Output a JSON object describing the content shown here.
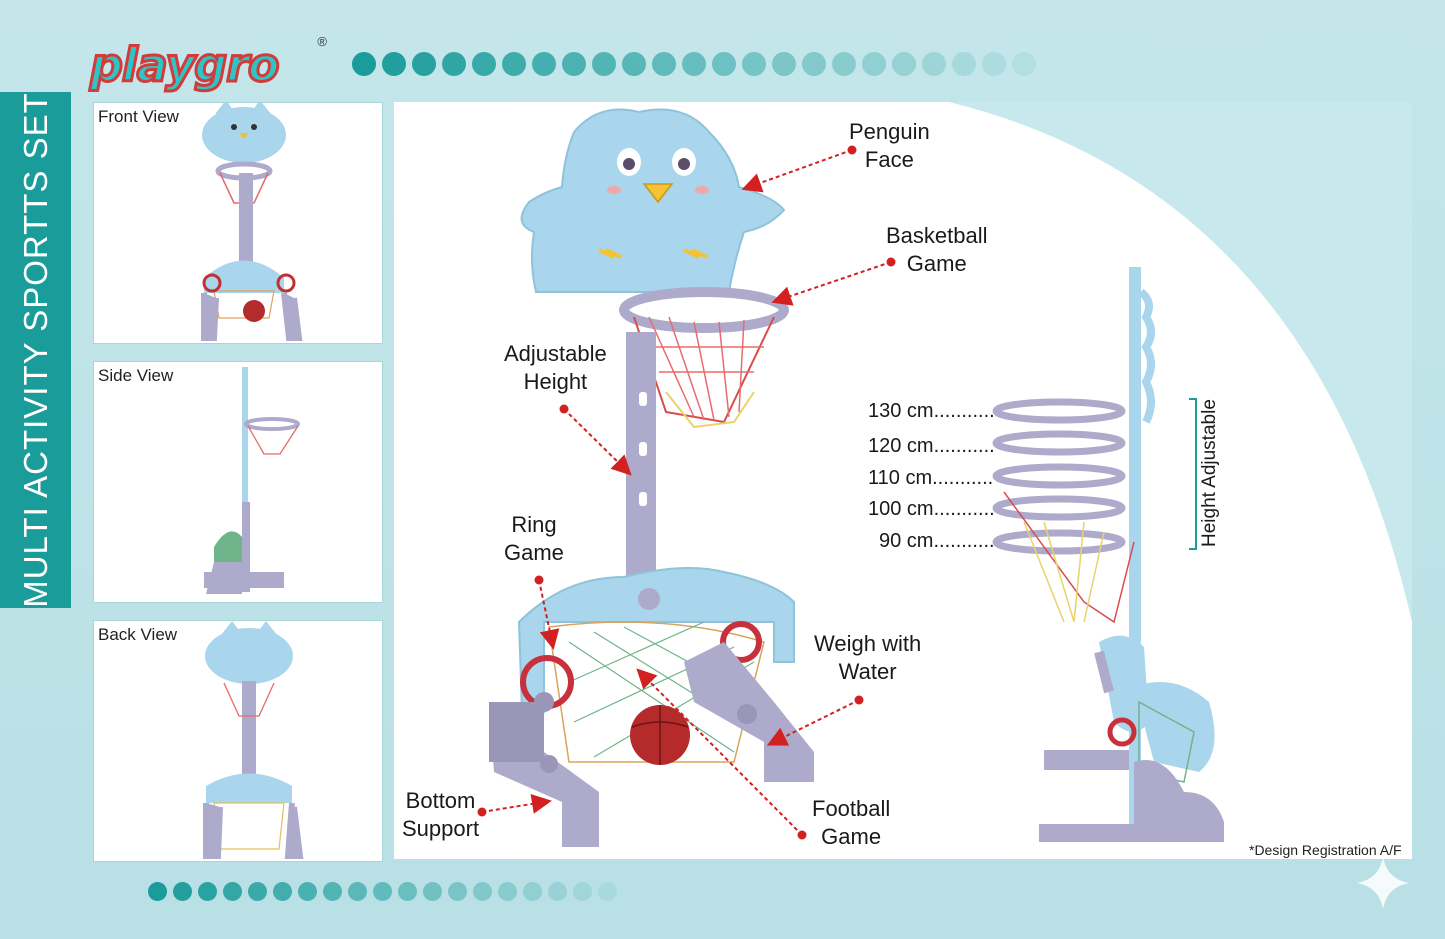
{
  "brand": {
    "logo_text": "playgro",
    "registered_mark": "®"
  },
  "side_title": "MULTI ACTIVITY SPORTTS SET",
  "thumbnails": [
    {
      "label": "Front View"
    },
    {
      "label": "Side View"
    },
    {
      "label": "Back View"
    }
  ],
  "callouts": {
    "penguin_face": [
      "Penguin",
      "Face"
    ],
    "basketball_game": [
      "Basketball",
      "Game"
    ],
    "adjustable_height": [
      "Adjustable",
      "Height"
    ],
    "ring_game": [
      "Ring",
      "Game"
    ],
    "weigh_with_water": [
      "Weigh with",
      "Water"
    ],
    "bottom_support": [
      "Bottom",
      "Support"
    ],
    "football_game": [
      "Football",
      "Game"
    ]
  },
  "heights": [
    "130 cm...........",
    "120 cm...........",
    "110 cm...........",
    "100 cm...........",
    "90 cm..........."
  ],
  "height_adjustable_label": "Height Adjustable",
  "design_note": "*Design Registration A/F",
  "colors": {
    "teal": "#1a9c9a",
    "background": "#c4e6ea",
    "toy_blue": "#a9d6ec",
    "toy_lilac": "#aeaacb",
    "arrow_red": "#d32020"
  }
}
